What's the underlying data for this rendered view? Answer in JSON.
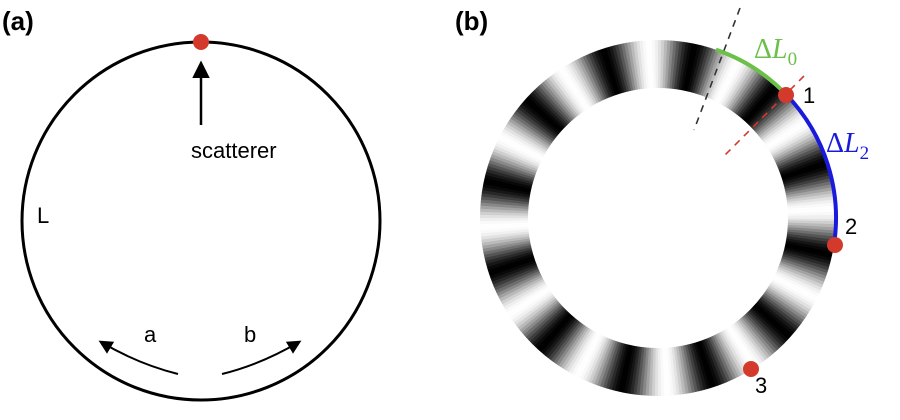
{
  "panel_a": {
    "label": "(a)",
    "scatterer_label": "scatterer",
    "loop_label": "L",
    "dir_a_label": "a",
    "dir_b_label": "b"
  },
  "panel_b": {
    "label": "(b)",
    "delta_l0": {
      "delta": "Δ",
      "var": "L",
      "sub": "0"
    },
    "delta_l2": {
      "delta": "Δ",
      "var": "L",
      "sub": "2"
    },
    "point_1": "1",
    "point_2": "2",
    "point_3": "3"
  },
  "colors": {
    "marker_red": "#d33a2c",
    "green_arc": "#6cc04a",
    "blue_arc": "#1a1adc",
    "black": "#000000",
    "red_dash": "#d33a2c",
    "dark_dash": "#333333"
  }
}
